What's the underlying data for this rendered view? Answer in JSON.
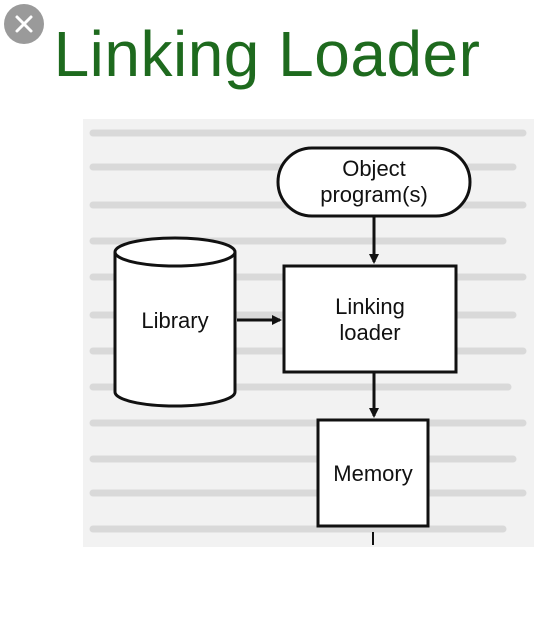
{
  "title": "Linking Loader",
  "close_icon": "close-icon",
  "colors": {
    "title": "#1e6a1e",
    "close_bg": "#9a9a9a",
    "scan_bg": "#f2f2f2"
  },
  "diagram": {
    "object_program": {
      "line1": "Object",
      "line2": "program(s)"
    },
    "linking_loader": {
      "line1": "Linking",
      "line2": "loader"
    },
    "library": "Library",
    "memory": "Memory"
  }
}
